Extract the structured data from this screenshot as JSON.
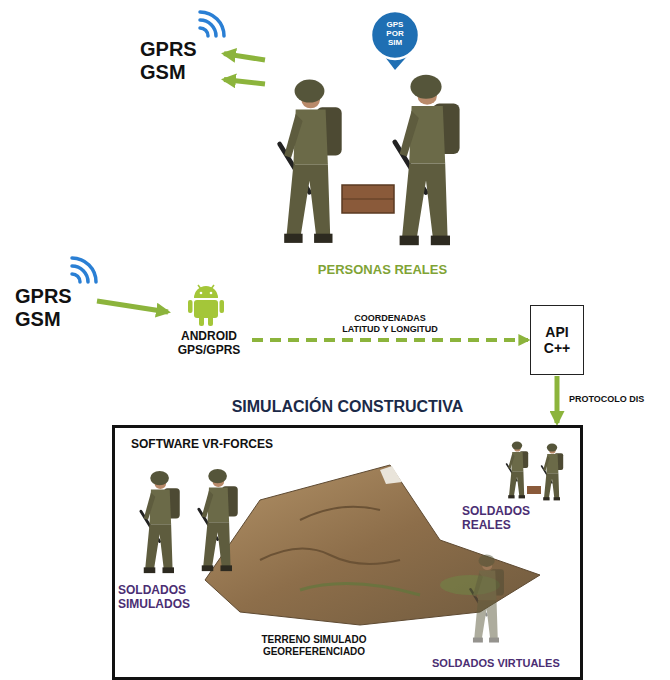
{
  "diagram": {
    "nodes": [
      {
        "text": [
          "GPRS GSM"
        ]
      },
      {
        "text": [
          "PERSONAS REALES"
        ]
      },
      {
        "text": [
          "GPRS GSM"
        ]
      },
      {
        "text": [
          "ANDROID GPS/GPRS"
        ]
      },
      {
        "text": [
          "API C++"
        ]
      },
      {
        "text": [
          "SIMULACIÓN CONSTRUCTIVA",
          "SOFTWARE VR-FORCES"
        ]
      }
    ],
    "edges": [
      {
        "from": 1,
        "to": 0,
        "arrow": "to"
      },
      {
        "from": 1,
        "to": 0,
        "arrow": "to"
      },
      {
        "from": 2,
        "to": 3,
        "arrow": "to"
      },
      {
        "from": 3,
        "to": 4,
        "arrow": "to",
        "label": "COORDENADAS LATITUD Y LONGITUD"
      },
      {
        "from": 4,
        "to": 5,
        "arrow": "to",
        "label": "PROTOCOLO DIS"
      }
    ],
    "labels": [
      "GPS POR SIM",
      "SOLDADOS REALES",
      "SOLDADOS SIMULADOS",
      "TERRENO SIMULADO GEOREFERENCIADO",
      "SOLDADOS VIRTUALES"
    ]
  }
}
